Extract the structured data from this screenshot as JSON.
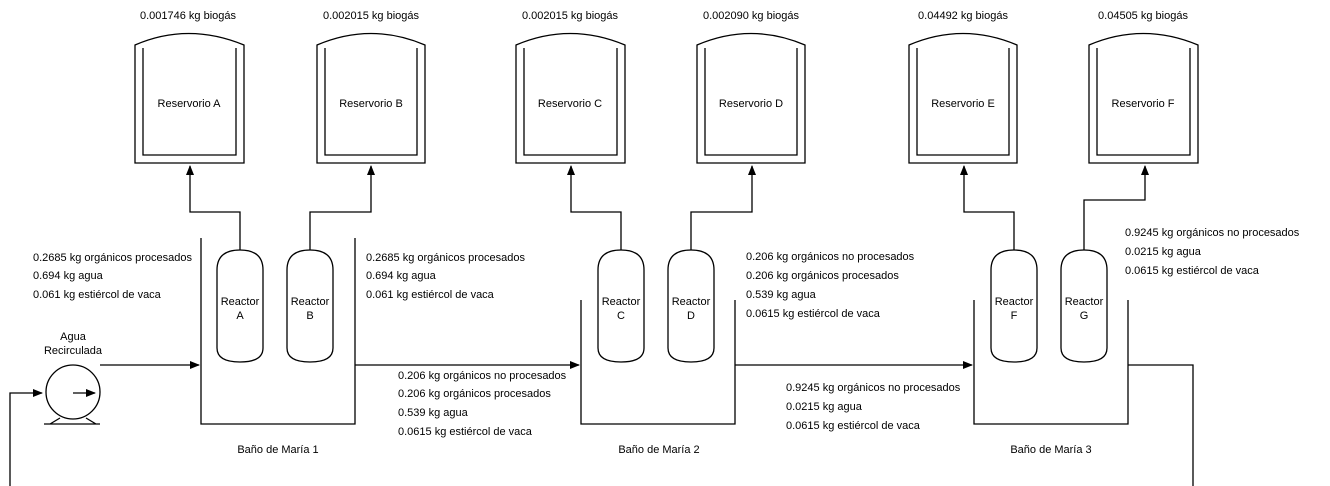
{
  "reservoirs": [
    {
      "name": "Reservorio A",
      "biogas": "0.001746 kg biogás"
    },
    {
      "name": "Reservorio B",
      "biogas": "0.002015 kg biogás"
    },
    {
      "name": "Reservorio C",
      "biogas": "0.002015 kg biogás"
    },
    {
      "name": "Reservorio D",
      "biogas": "0.002090 kg biogás"
    },
    {
      "name": "Reservorio E",
      "biogas": "0.04492 kg biogás"
    },
    {
      "name": "Reservorio F",
      "biogas": "0.04505 kg biogás"
    }
  ],
  "reactors": [
    {
      "word": "Reactor",
      "letter": "A"
    },
    {
      "word": "Reactor",
      "letter": "B"
    },
    {
      "word": "Reactor",
      "letter": "C"
    },
    {
      "word": "Reactor",
      "letter": "D"
    },
    {
      "word": "Reactor",
      "letter": "F"
    },
    {
      "word": "Reactor",
      "letter": "G"
    }
  ],
  "baths": [
    "Baño de María 1",
    "Baño de María 2",
    "Baño de María 3"
  ],
  "pump": {
    "line1": "Agua",
    "line2": "Recirculada"
  },
  "streams": {
    "in_a": [
      "0.2685 kg orgánicos procesados",
      "0.694 kg agua",
      "0.061 kg estiércol de vaca"
    ],
    "in_b": [
      "0.2685 kg orgánicos procesados",
      "0.694 kg agua",
      "0.061 kg estiércol de vaca"
    ],
    "bath1_out": [
      "0.206 kg orgánicos no procesados",
      "0.206 kg orgánicos procesados",
      "0.539 kg agua",
      "0.0615 kg estiércol de vaca"
    ],
    "reactor_d": [
      "0.206 kg orgánicos no procesados",
      "0.206 kg orgánicos procesados",
      "0.539 kg agua",
      "0.0615 kg estiércol de vaca"
    ],
    "bath2_out": [
      "0.9245 kg orgánicos no procesados",
      "0.0215 kg agua",
      "0.0615 kg estiércol de vaca"
    ],
    "reactor_g": [
      "0.9245 kg orgánicos no procesados",
      "0.0215 kg agua",
      "0.0615 kg estiércol de vaca"
    ]
  }
}
